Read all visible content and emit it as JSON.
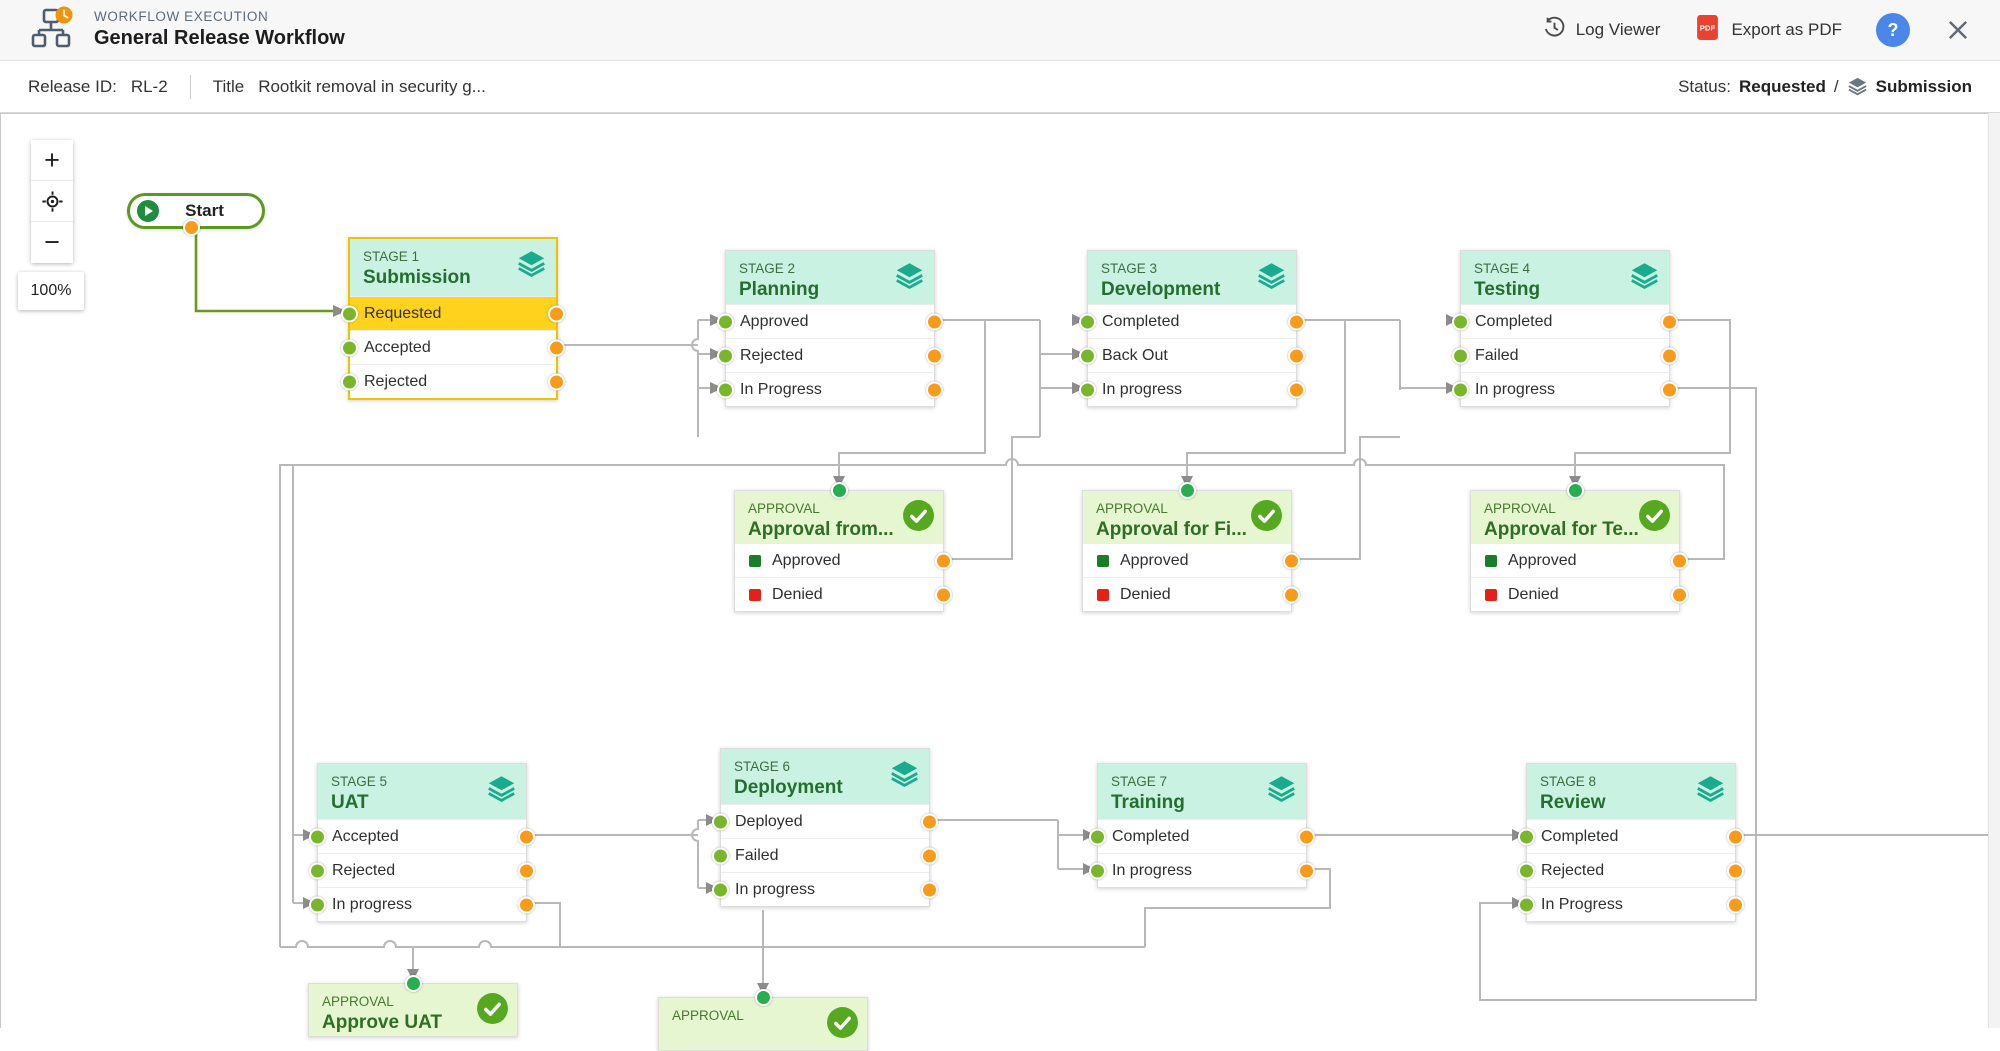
{
  "header": {
    "kicker": "WORKFLOW EXECUTION",
    "title": "General Release Workflow",
    "log_viewer_label": "Log Viewer",
    "export_pdf_label": "Export as PDF",
    "help_label": "?"
  },
  "infobar": {
    "release_id_label": "Release ID:",
    "release_id_value": "RL-2",
    "title_label": "Title",
    "title_value": "Rootkit removal in security g...",
    "status_label": "Status:",
    "status_value": "Requested",
    "status_separator": "/",
    "status_stage": "Submission"
  },
  "controls": {
    "zoom_in_label": "+",
    "zoom_out_label": "−",
    "zoom_level": "100%"
  },
  "canvas": {
    "start_label": "Start",
    "nodes": [
      {
        "id": "stage1",
        "kind": "stage",
        "kicker": "STAGE 1",
        "title": "Submission",
        "highlight": true,
        "rows": [
          {
            "label": "Requested",
            "selected": true
          },
          {
            "label": "Accepted"
          },
          {
            "label": "Rejected"
          }
        ]
      },
      {
        "id": "stage2",
        "kind": "stage",
        "kicker": "STAGE 2",
        "title": "Planning",
        "rows": [
          {
            "label": "Approved"
          },
          {
            "label": "Rejected"
          },
          {
            "label": "In Progress"
          }
        ]
      },
      {
        "id": "stage3",
        "kind": "stage",
        "kicker": "STAGE 3",
        "title": "Development",
        "rows": [
          {
            "label": "Completed"
          },
          {
            "label": "Back Out"
          },
          {
            "label": "In progress"
          }
        ]
      },
      {
        "id": "stage4",
        "kind": "stage",
        "kicker": "STAGE 4",
        "title": "Testing",
        "rows": [
          {
            "label": "Completed"
          },
          {
            "label": "Failed"
          },
          {
            "label": "In progress"
          }
        ]
      },
      {
        "id": "approval1",
        "kind": "approval",
        "kicker": "APPROVAL",
        "title": "Approval from...",
        "rows": [
          {
            "label": "Approved",
            "bullet": "approved"
          },
          {
            "label": "Denied",
            "bullet": "denied"
          }
        ]
      },
      {
        "id": "approval2",
        "kind": "approval",
        "kicker": "APPROVAL",
        "title": "Approval for Fi...",
        "rows": [
          {
            "label": "Approved",
            "bullet": "approved"
          },
          {
            "label": "Denied",
            "bullet": "denied"
          }
        ]
      },
      {
        "id": "approval3",
        "kind": "approval",
        "kicker": "APPROVAL",
        "title": "Approval for Te...",
        "rows": [
          {
            "label": "Approved",
            "bullet": "approved"
          },
          {
            "label": "Denied",
            "bullet": "denied"
          }
        ]
      },
      {
        "id": "stage5",
        "kind": "stage",
        "kicker": "STAGE 5",
        "title": "UAT",
        "rows": [
          {
            "label": "Accepted"
          },
          {
            "label": "Rejected"
          },
          {
            "label": "In progress"
          }
        ]
      },
      {
        "id": "stage6",
        "kind": "stage",
        "kicker": "STAGE 6",
        "title": "Deployment",
        "rows": [
          {
            "label": "Deployed"
          },
          {
            "label": "Failed"
          },
          {
            "label": "In progress"
          }
        ]
      },
      {
        "id": "stage7",
        "kind": "stage",
        "kicker": "STAGE 7",
        "title": "Training",
        "rows": [
          {
            "label": "Completed"
          },
          {
            "label": "In progress"
          }
        ]
      },
      {
        "id": "stage8",
        "kind": "stage",
        "kicker": "STAGE 8",
        "title": "Review",
        "rows": [
          {
            "label": "Completed"
          },
          {
            "label": "Rejected"
          },
          {
            "label": "In Progress"
          }
        ]
      },
      {
        "id": "approval4",
        "kind": "approval",
        "kicker": "APPROVAL",
        "title": "Approve UAT",
        "rows": []
      },
      {
        "id": "approval5",
        "kind": "approval",
        "kicker": "APPROVAL",
        "title": "",
        "rows": []
      }
    ]
  },
  "colors": {
    "stage_header": "#c9f2e2",
    "approval_header": "#e6f6d0",
    "selected_row": "#ffd21e",
    "highlight_border": "#eec300",
    "input_port": "#7ab62c",
    "output_port": "#f89b1b",
    "approval_input_port": "#27ae4e",
    "edge": "#b8b8b8",
    "active_edge": "#68991c",
    "approved_bullet": "#1b7e26",
    "denied_bullet": "#e32119",
    "check_badge": "#55a81f",
    "layers_icon": "#18ab8e",
    "help_button": "#4a87e8",
    "pdf_icon": "#e8432e"
  }
}
